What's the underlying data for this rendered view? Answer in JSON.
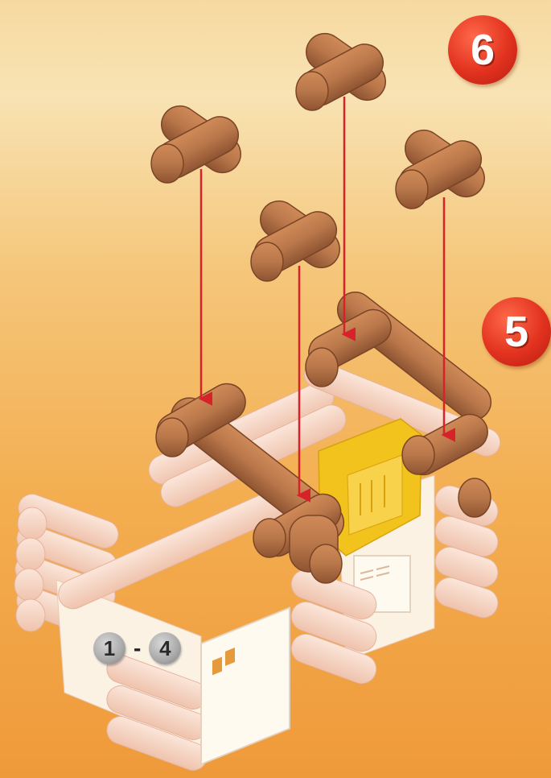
{
  "steps": {
    "current": "6",
    "previous": "5"
  },
  "reference": {
    "from": "1",
    "separator": "-",
    "to": "4"
  },
  "colors": {
    "log_brown": "#b9774a",
    "log_pale": "#f7d6c6",
    "window_yellow": "#f2c21d",
    "arrow_red": "#d8222a",
    "badge_red": "#e2321f"
  }
}
